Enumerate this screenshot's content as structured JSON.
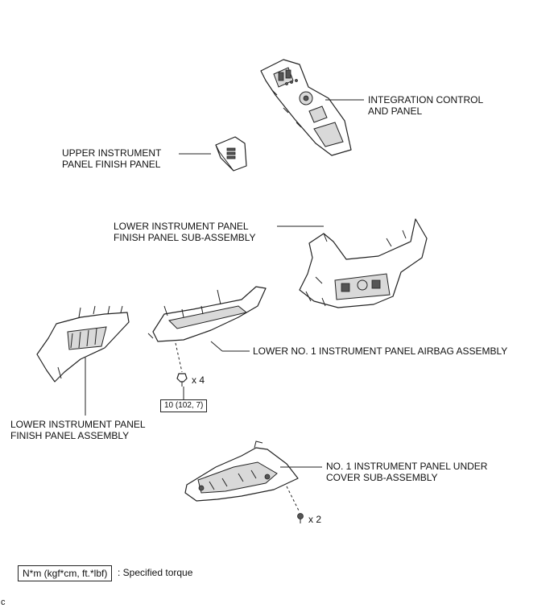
{
  "labels": {
    "integration_line1": "INTEGRATION CONTROL",
    "integration_line2": "AND PANEL",
    "upper_line1": "UPPER INSTRUMENT",
    "upper_line2": "PANEL FINISH PANEL",
    "lower_sub_line1": "LOWER INSTRUMENT PANEL",
    "lower_sub_line2": "FINISH PANEL SUB-ASSEMBLY",
    "airbag": "LOWER NO. 1 INSTRUMENT PANEL AIRBAG ASSEMBLY",
    "lower_finish_line1": "LOWER INSTRUMENT PANEL",
    "lower_finish_line2": "FINISH PANEL ASSEMBLY",
    "under_cover_line1": "NO. 1 INSTRUMENT PANEL UNDER",
    "under_cover_line2": "COVER SUB-ASSEMBLY"
  },
  "fasteners": {
    "airbag_qty": "x 4",
    "airbag_torque": "10 (102, 7)",
    "under_cover_qty": "x 2"
  },
  "legend": {
    "unit": "N*m (kgf*cm, ft.*lbf)",
    "description": ": Specified torque"
  },
  "footer_mark": "c"
}
